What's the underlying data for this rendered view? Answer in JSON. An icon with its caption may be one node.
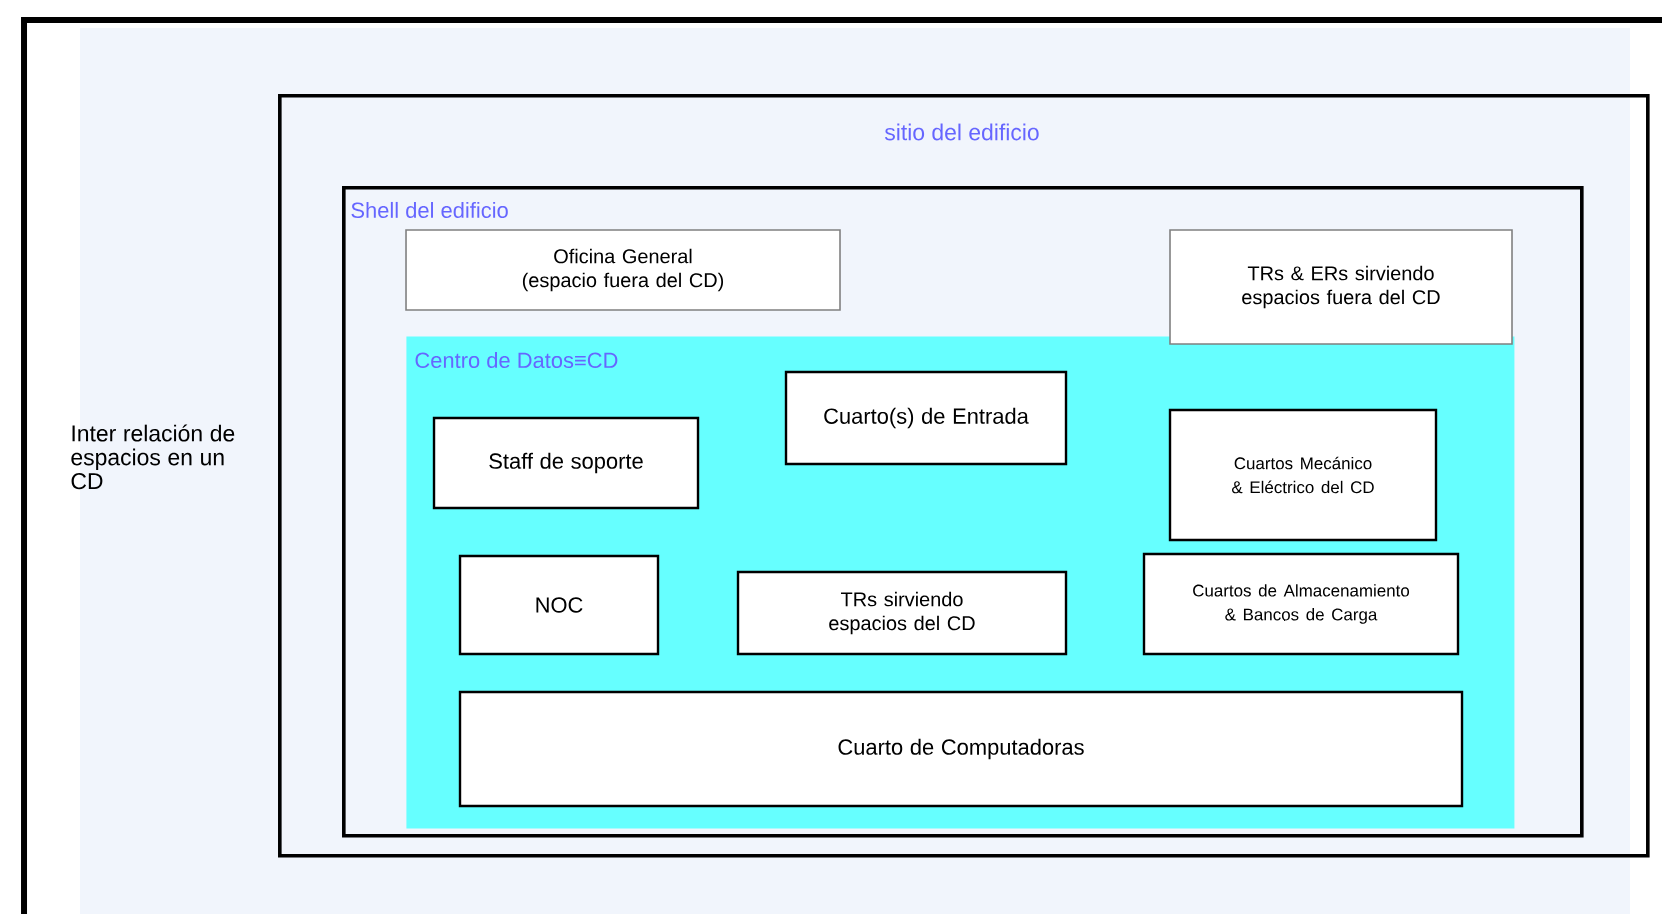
{
  "diagram": {
    "nodes": [
      {
        "text": [
          "sitio del edificio"
        ]
      },
      {
        "text": [
          "Shell del edificio"
        ],
        "in": 0
      },
      {
        "text": [
          "Oficina General (espacio fuera del CD)"
        ],
        "in": 1
      },
      {
        "text": [
          "TRs & ERs sirviendo espacios fuera del CD"
        ],
        "in": 1
      },
      {
        "text": [
          "Centro de Datos≡CD"
        ],
        "in": 1
      },
      {
        "text": [
          "Cuarto(s) de Entrada"
        ],
        "in": 4
      },
      {
        "text": [
          "Staff de soporte"
        ],
        "in": 4
      },
      {
        "text": [
          "Cuartos Mecánico & Eléctrico del CD"
        ],
        "in": 4
      },
      {
        "text": [
          "NOC"
        ],
        "in": 4
      },
      {
        "text": [
          "TRs sirviendo espacios del CD"
        ],
        "in": 4
      },
      {
        "text": [
          "Cuartos de Almacenamiento & Bancos de Carga"
        ],
        "in": 4
      },
      {
        "text": [
          "Cuarto de Computadoras"
        ],
        "in": 4
      }
    ],
    "labels": [
      "Inter relación de espacios en un CD"
    ]
  }
}
